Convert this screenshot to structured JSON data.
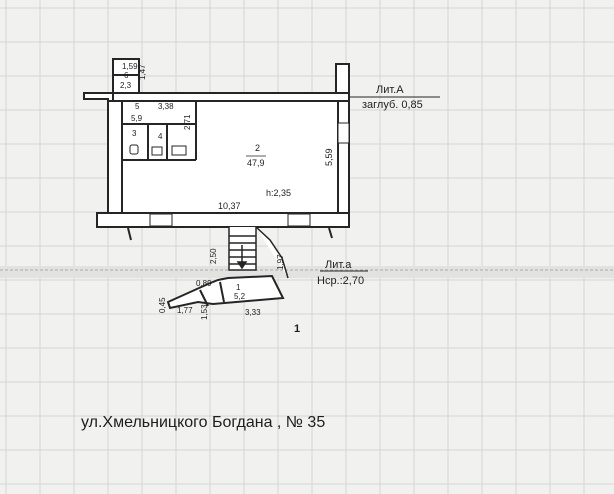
{
  "plan": {
    "room_1": {
      "num": "1",
      "area": "5,2"
    },
    "room_2": {
      "num": "2",
      "area": "47,9",
      "height": "h:2,35"
    },
    "room_3": {
      "num": "3"
    },
    "room_4": {
      "num": "4"
    },
    "room_5": {
      "num": "5",
      "area": "5,9"
    },
    "room_6": {
      "num": "6",
      "area": "2,3",
      "top_value": "1,59"
    },
    "dims": {
      "d_338": "3,38",
      "d_271": "2,71",
      "d_147": "1,47",
      "d_559": "5,59",
      "d_1037": "10,37",
      "d_250": "2,50",
      "d_197": "1,97",
      "d_089": "0,89",
      "d_045": "0,45",
      "d_177": "1,77",
      "d_153": "1,53",
      "d_333": "3,33"
    },
    "lit_A": "Лит.А",
    "depth": "заглуб. 0,85",
    "lit_a": "Лит.а",
    "avg_height": "Hср.:2,70",
    "sheet_number": "1",
    "address": "ул.Хмельницкого Богдана , № 35"
  },
  "colors": {
    "paper": "#f1f1ef",
    "grid": "#d4d6d4",
    "ink": "#1e1e1e",
    "wall": "#252525"
  }
}
